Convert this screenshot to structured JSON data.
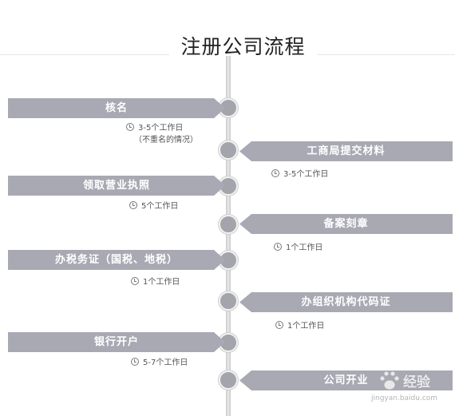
{
  "title": "注册公司流程",
  "steps": [
    {
      "label": "核名",
      "time": "3-5个工作日",
      "note": "（不重名的情况）"
    },
    {
      "label": "工商局提交材料",
      "time": "3-5个工作日"
    },
    {
      "label": "领取营业执照",
      "time": "5个工作日"
    },
    {
      "label": "备案刻章",
      "time": "1个工作日"
    },
    {
      "label": "办税务证（国税、地税）",
      "time": "1个工作日"
    },
    {
      "label": "办组织机构代码证",
      "time": "1个工作日"
    },
    {
      "label": "银行开户",
      "time": "5-7个工作日"
    },
    {
      "label": "公司开业"
    }
  ],
  "watermark": {
    "text": "经验",
    "url": "jingyan.baidu.com"
  },
  "colors": {
    "band": "#a9a9b4",
    "node": "#a4a4ac",
    "axis": "#d6d6d6"
  }
}
